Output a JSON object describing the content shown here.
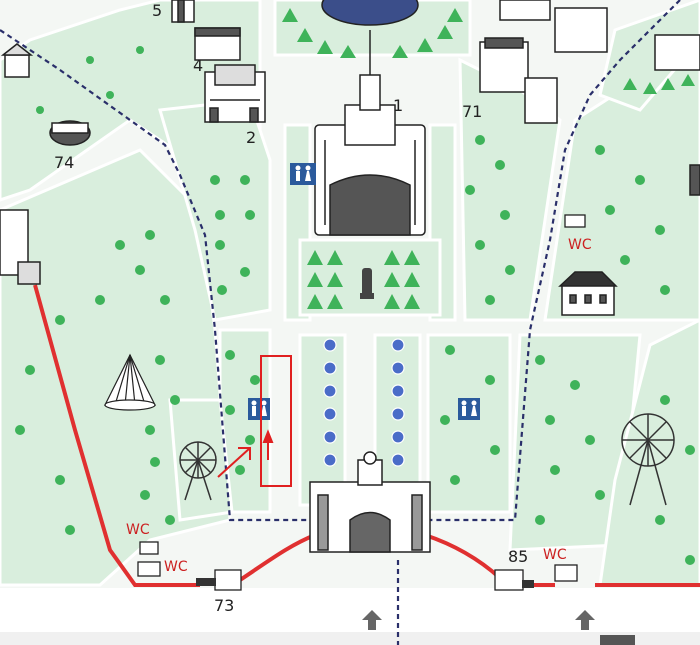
{
  "map": {
    "building_numbers": [
      "1",
      "2",
      "4",
      "5",
      "71",
      "74",
      "73",
      "85"
    ],
    "restroom_label": "WC",
    "colors": {
      "park_green": "#d9eedd",
      "path_white": "#ffffff",
      "tree_green": "#3fb35a",
      "route_red": "#e03030",
      "dashed_path": "#2a2f6a",
      "highlight": "#e02020",
      "restroom_sign": "#2b5a9c"
    },
    "icons": [
      "tree-icon",
      "building-icon",
      "ferris-wheel-icon",
      "restroom-sign-icon",
      "fountain-icon",
      "entrance-arrow-icon",
      "statue-icon"
    ]
  }
}
